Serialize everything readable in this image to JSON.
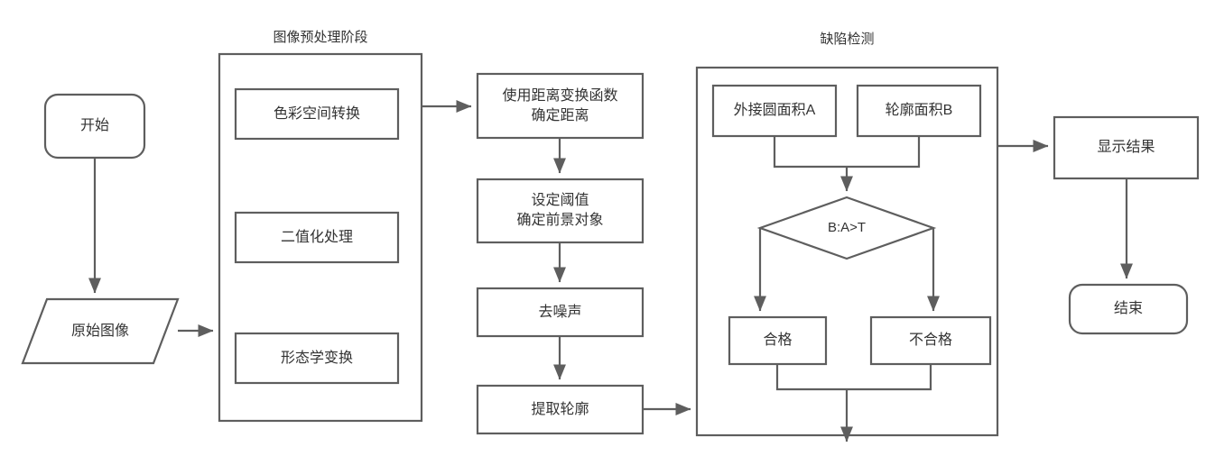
{
  "diagram": {
    "title_groups": [
      {
        "id": "preprocess",
        "label": "图像预处理阶段"
      },
      {
        "id": "defect",
        "label": "缺陷检测"
      }
    ],
    "nodes": {
      "start": {
        "label": "开始",
        "shape": "rounded-rectangle"
      },
      "original_image": {
        "label": "原始图像",
        "shape": "parallelogram"
      },
      "color_space": {
        "label": "色彩空间转换",
        "shape": "rectangle"
      },
      "binarization": {
        "label": "二值化处理",
        "shape": "rectangle"
      },
      "morphology": {
        "label": "形态学变换",
        "shape": "rectangle"
      },
      "distance_transform": {
        "label": "使用距离变换函数\n确定距离",
        "shape": "rectangle"
      },
      "threshold": {
        "label": "设定阈值\n确定前景对象",
        "shape": "rectangle"
      },
      "denoise": {
        "label": "去噪声",
        "shape": "rectangle"
      },
      "extract_contour": {
        "label": "提取轮廓",
        "shape": "rectangle"
      },
      "circle_area": {
        "label": "外接圆面积A",
        "shape": "rectangle"
      },
      "contour_area": {
        "label": "轮廓面积B",
        "shape": "rectangle"
      },
      "decision": {
        "label": "B:A>T",
        "shape": "diamond"
      },
      "pass": {
        "label": "合格",
        "shape": "rectangle"
      },
      "fail": {
        "label": "不合格",
        "shape": "rectangle"
      },
      "show_result": {
        "label": "显示结果",
        "shape": "rectangle"
      },
      "end": {
        "label": "结束",
        "shape": "rounded-rectangle"
      }
    },
    "colors": {
      "stroke": "#5e5e5e",
      "text": "#333333",
      "background": "#ffffff"
    }
  }
}
